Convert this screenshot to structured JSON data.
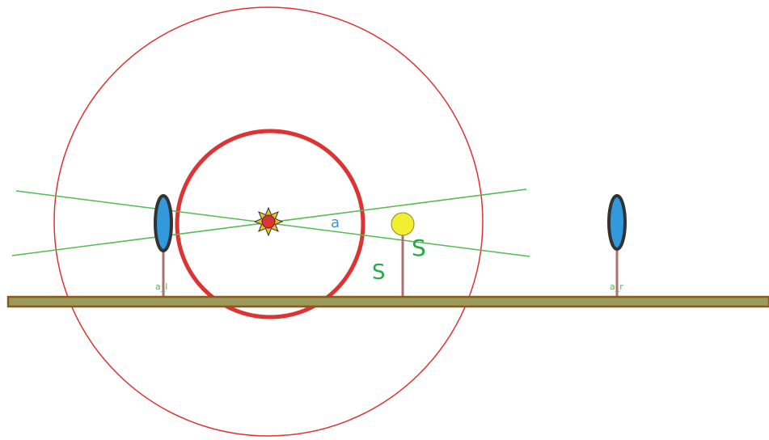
{
  "labels": {
    "a": "a",
    "s_small": "S",
    "s_large": "S",
    "lens_left": "a_l",
    "lens_right": "a_r"
  },
  "colors": {
    "background": "#ffffff",
    "outer_circle": "#dd3333",
    "inner_circle": "#dd3333",
    "light_lines": "#55bb55",
    "lens_fill": "#3399dd",
    "lens_stroke": "#333333",
    "stand": "#b07070",
    "rail_fill": "#9a9a5a",
    "rail_stroke": "#8b5a1a",
    "sun_fill": "#f0c020",
    "sun_center": "#dd3333",
    "point_fill": "#f2ee30",
    "label_a": "#3399dd",
    "label_s": "#22aa44",
    "label_lens": "#55bb55"
  },
  "icons": {
    "source": "sun-icon",
    "object": "yellow-point-icon"
  }
}
